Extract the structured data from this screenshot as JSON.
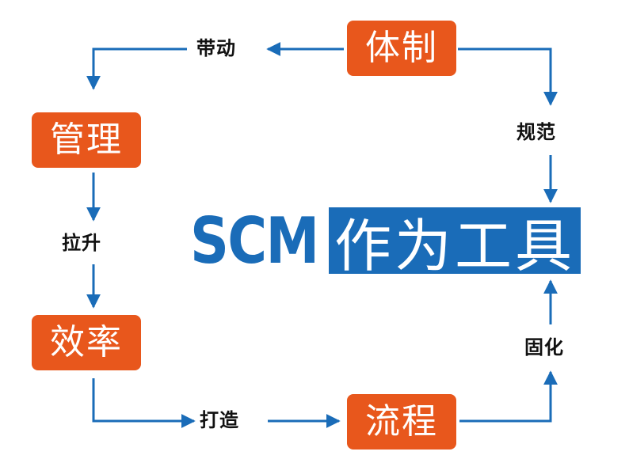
{
  "nodes": {
    "system": "体制",
    "management": "管理",
    "efficiency": "效率",
    "process": "流程"
  },
  "edges": {
    "drive": "带动",
    "standardize": "规范",
    "elevate": "拉升",
    "build": "打造",
    "solidify": "固化"
  },
  "center": {
    "acronym": "SCM",
    "suffix": "作为工具"
  },
  "colors": {
    "box": "#e8571c",
    "arrow": "#1a6cb8",
    "accent": "#1a6cb8"
  }
}
